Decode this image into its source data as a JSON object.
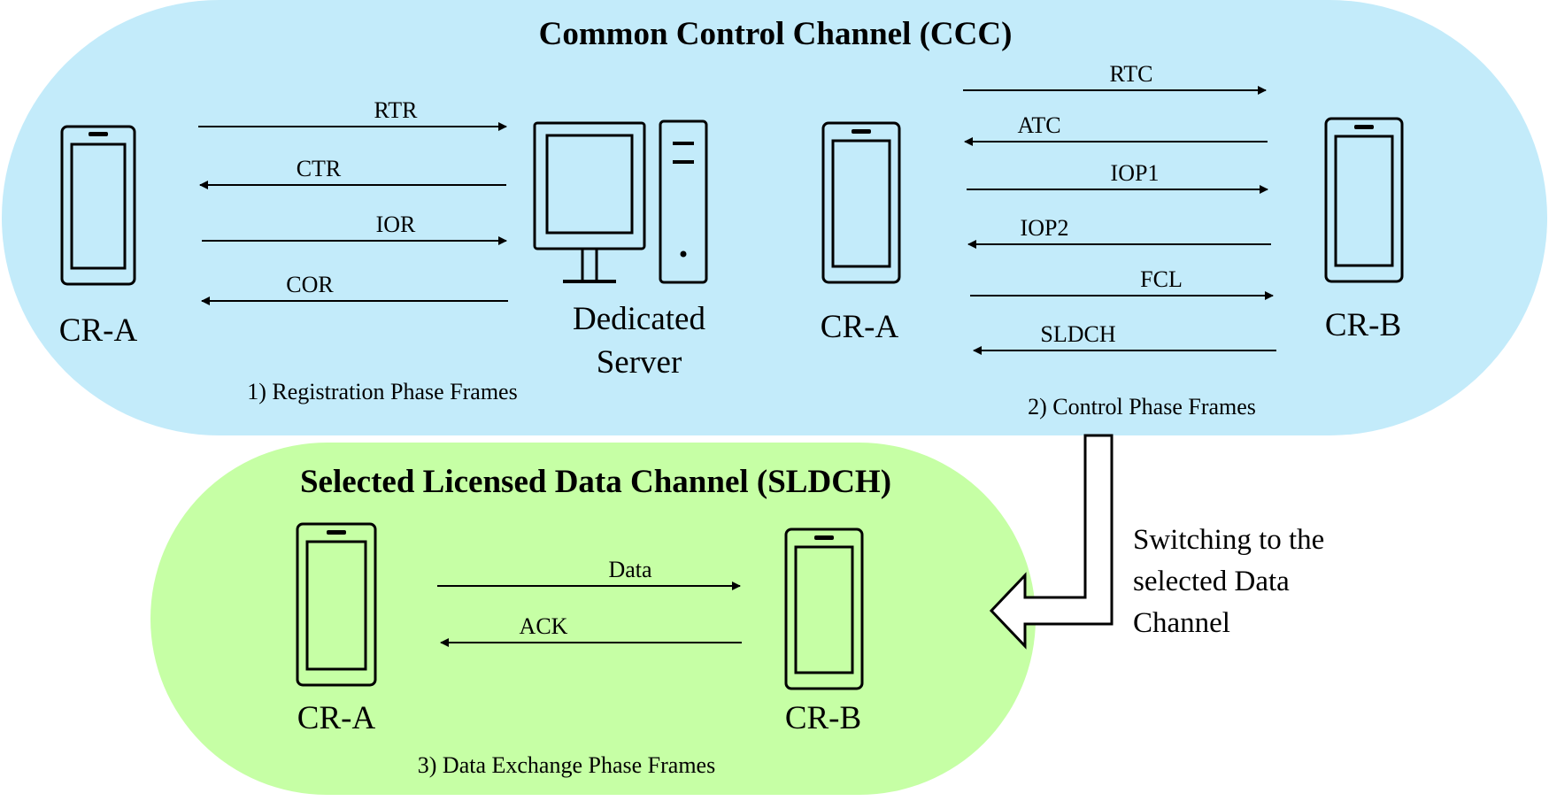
{
  "colors": {
    "ccc_region": "#c3ebfa",
    "sldch_region": "#c6ffa5",
    "stroke": "#000000"
  },
  "ccc": {
    "title": "Common Control Channel (CCC)",
    "registration": {
      "device_label": "CR-A",
      "server_label_line1": "Dedicated",
      "server_label_line2": "Server",
      "frames": [
        "RTR",
        "CTR",
        "IOR",
        "COR"
      ],
      "caption": "1) Registration Phase Frames"
    },
    "control": {
      "left_device_label": "CR-A",
      "right_device_label": "CR-B",
      "frames": [
        "RTC",
        "ATC",
        "IOP1",
        "IOP2",
        "FCL",
        "SLDCH"
      ],
      "caption": "2) Control Phase Frames"
    }
  },
  "switch": {
    "text_line1": "Switching to the",
    "text_line2": "selected Data",
    "text_line3": "Channel"
  },
  "sldch": {
    "title": "Selected Licensed Data Channel (SLDCH)",
    "left_device_label": "CR-A",
    "right_device_label": "CR-B",
    "frames": [
      "Data",
      "ACK"
    ],
    "caption": "3) Data Exchange Phase Frames"
  }
}
